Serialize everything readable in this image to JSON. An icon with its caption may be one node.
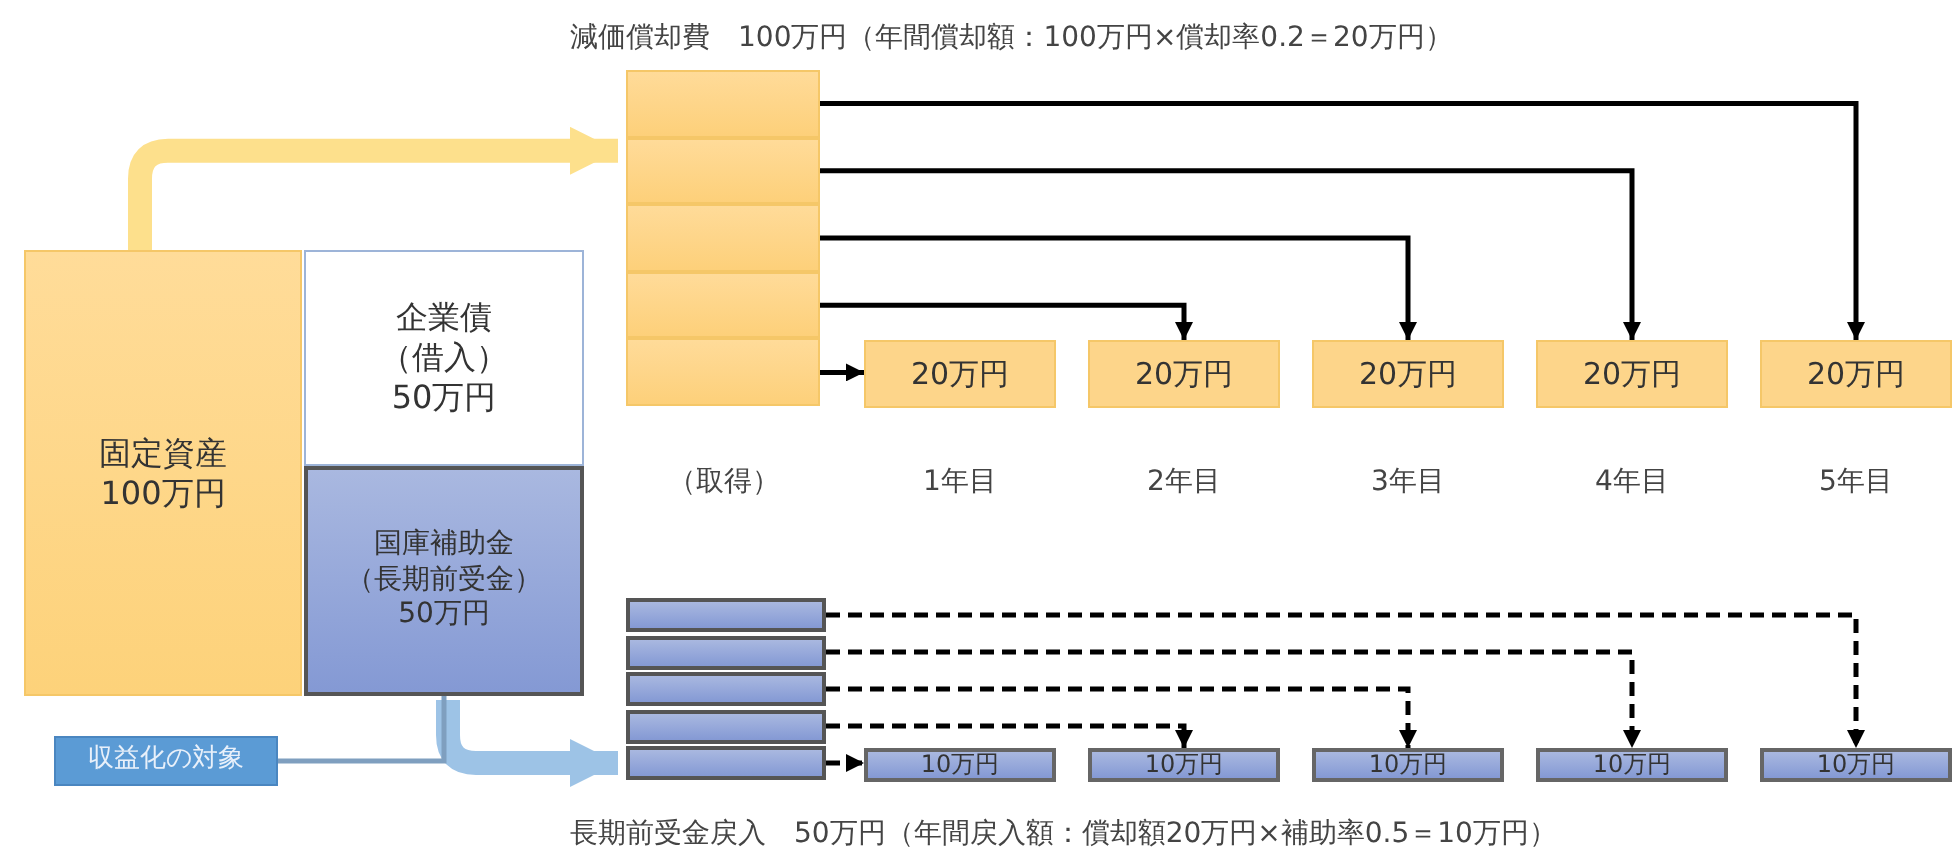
{
  "diagram": {
    "nodes": [
      {
        "text": [
          "固定資産",
          "100万円"
        ]
      },
      {
        "text": [
          "企業債",
          "（借入）",
          "50万円"
        ]
      },
      {
        "text": [
          "国庫補助金",
          "（長期前受金）",
          "50万円"
        ]
      },
      {
        "text": [
          "収益化の対象"
        ]
      },
      {
        "text": [],
        "shape": "box"
      },
      {
        "text": [],
        "shape": "box"
      },
      {
        "text": [],
        "shape": "box"
      },
      {
        "text": [],
        "shape": "box"
      },
      {
        "text": [],
        "shape": "box"
      },
      {
        "text": [
          "20万円"
        ]
      },
      {
        "text": [
          "20万円"
        ]
      },
      {
        "text": [
          "20万円"
        ]
      },
      {
        "text": [
          "20万円"
        ]
      },
      {
        "text": [
          "20万円"
        ]
      },
      {
        "text": [],
        "shape": "box"
      },
      {
        "text": [],
        "shape": "box"
      },
      {
        "text": [],
        "shape": "box"
      },
      {
        "text": [],
        "shape": "box"
      },
      {
        "text": [],
        "shape": "box"
      },
      {
        "text": [
          "10万円"
        ]
      },
      {
        "text": [
          "10万円"
        ]
      },
      {
        "text": [
          "10万円"
        ]
      },
      {
        "text": [
          "10万円"
        ]
      },
      {
        "text": [
          "10万円"
        ]
      }
    ],
    "edges": [
      {
        "from": 0,
        "to": 5,
        "arrow": "to",
        "style": "thick",
        "color": "#fde08c"
      },
      {
        "from": 2,
        "to": 18,
        "arrow": "to",
        "style": "thick",
        "color": "#9dc3e6"
      },
      {
        "from": 3,
        "to": 2,
        "arrow": "none",
        "color": "#7f9fbf"
      },
      {
        "from": 4,
        "to": 13,
        "arrow": "to"
      },
      {
        "from": 5,
        "to": 12,
        "arrow": "to"
      },
      {
        "from": 6,
        "to": 11,
        "arrow": "to"
      },
      {
        "from": 7,
        "to": 10,
        "arrow": "to"
      },
      {
        "from": 8,
        "to": 9,
        "arrow": "to"
      },
      {
        "from": 14,
        "to": 23,
        "arrow": "to",
        "style": "dashed"
      },
      {
        "from": 15,
        "to": 22,
        "arrow": "to",
        "style": "dashed"
      },
      {
        "from": 16,
        "to": 21,
        "arrow": "to",
        "style": "dashed"
      },
      {
        "from": 17,
        "to": 20,
        "arrow": "to",
        "style": "dashed"
      },
      {
        "from": 18,
        "to": 19,
        "arrow": "to",
        "style": "dashed"
      }
    ],
    "labels": [
      "減価償却費　100万円（年間償却額：100万円×償却率0.2＝20万円）",
      "（取得）",
      "1年目",
      "2年目",
      "3年目",
      "4年目",
      "5年目",
      "長期前受金戻入　50万円（年間戻入額：償却額20万円×補助率0.5＝10万円）"
    ]
  }
}
